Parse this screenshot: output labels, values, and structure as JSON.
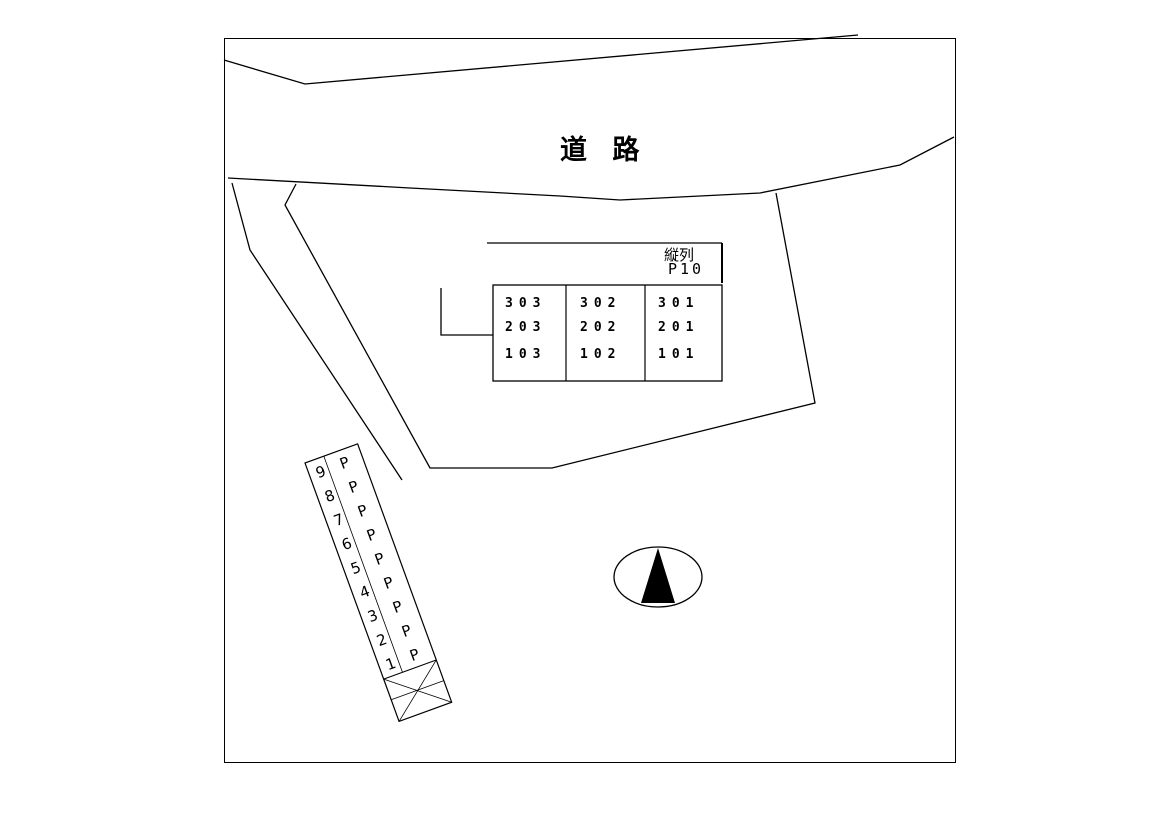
{
  "road": {
    "label": "道 路"
  },
  "building": {
    "parking_note": "縦列",
    "parking_count": "P10",
    "columns": [
      {
        "units": [
          "303",
          "203",
          "103"
        ]
      },
      {
        "units": [
          "302",
          "202",
          "102"
        ]
      },
      {
        "units": [
          "301",
          "201",
          "101"
        ]
      }
    ]
  },
  "parking": {
    "spaces": [
      {
        "p": "P",
        "num": "9"
      },
      {
        "p": "P",
        "num": "8"
      },
      {
        "p": "P",
        "num": "7"
      },
      {
        "p": "P",
        "num": "6"
      },
      {
        "p": "P",
        "num": "5"
      },
      {
        "p": "P",
        "num": "4"
      },
      {
        "p": "P",
        "num": "3"
      },
      {
        "p": "P",
        "num": "2"
      },
      {
        "p": "P",
        "num": "1"
      }
    ]
  },
  "compass": {
    "icon": "north-arrow-icon"
  }
}
